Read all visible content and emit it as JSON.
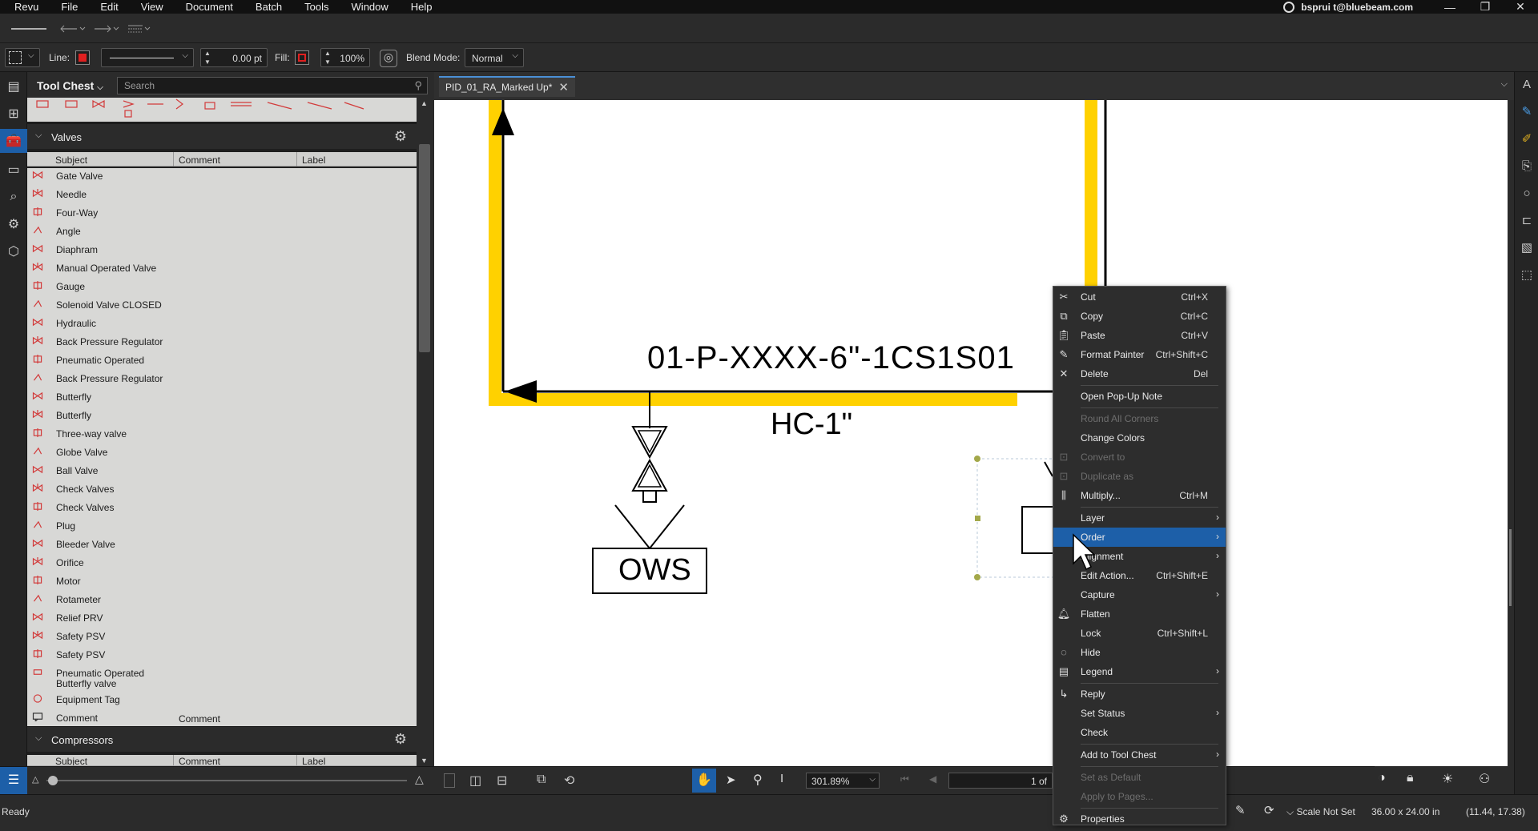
{
  "app": {
    "menu": [
      "Revu",
      "File",
      "Edit",
      "View",
      "Document",
      "Batch",
      "Tools",
      "Window",
      "Help"
    ],
    "user": "bsprui t@bluebeam.com"
  },
  "properties_bar": {
    "line_label": "Line:",
    "line_color": "#e02020",
    "line_width": "0.00 pt",
    "fill_label": "Fill:",
    "opacity": "100%",
    "blend_label": "Blend Mode:",
    "blend_value": "Normal"
  },
  "tool_chest": {
    "title": "Tool Chest",
    "search_placeholder": "Search",
    "columns": [
      "Subject",
      "Comment",
      "Label"
    ],
    "valves_section": "Valves",
    "compressors_section": "Compressors",
    "items": [
      "Gate Valve",
      "Needle",
      "Four-Way",
      "Angle",
      "Diaphram",
      "Manual Operated Valve",
      "Gauge",
      "Solenoid Valve CLOSED",
      "Hydraulic",
      "Back Pressure Regulator",
      "Pneumatic Operated",
      "Back Pressure Regulator",
      "Butterfly",
      "Butterfly",
      "Three-way valve",
      "Globe Valve",
      "Ball Valve",
      "Check Valves",
      "Check Valves",
      "Plug",
      "Bleeder Valve",
      "Orifice",
      "Motor",
      "Rotameter",
      "Relief PRV",
      "Safety PSV",
      "Safety PSV"
    ],
    "multi_item_line1": "Pneumatic Operated",
    "multi_item_line2": "Butterfly valve",
    "equipment_tag": "Equipment Tag",
    "comment_item": "Comment",
    "comment_value": "Comment"
  },
  "document": {
    "tab_label": "PID_01_RA_Marked Up*",
    "pipe_label": "01-P-XXXX-6\"-1CS1S01",
    "hc_label": "HC-1\"",
    "ows_label": "OWS",
    "zoom": "301.89%",
    "page_indicator": "1 of"
  },
  "context_menu": {
    "cut": "Cut",
    "cut_sc": "Ctrl+X",
    "copy": "Copy",
    "copy_sc": "Ctrl+C",
    "paste": "Paste",
    "paste_sc": "Ctrl+V",
    "format_painter": "Format Painter",
    "format_painter_sc": "Ctrl+Shift+C",
    "delete": "Delete",
    "delete_sc": "Del",
    "open_note": "Open Pop-Up Note",
    "round_corners": "Round All Corners",
    "change_colors": "Change Colors",
    "convert_to": "Convert to",
    "duplicate_as": "Duplicate as",
    "multiply": "Multiply...",
    "multiply_sc": "Ctrl+M",
    "layer": "Layer",
    "order": "Order",
    "alignment": "Alignment",
    "edit_action": "Edit Action...",
    "edit_action_sc": "Ctrl+Shift+E",
    "capture": "Capture",
    "flatten": "Flatten",
    "lock": "Lock",
    "lock_sc": "Ctrl+Shift+L",
    "hide": "Hide",
    "legend": "Legend",
    "reply": "Reply",
    "set_status": "Set Status",
    "check": "Check",
    "add_to_chest": "Add to Tool Chest",
    "set_default": "Set as Default",
    "apply_pages": "Apply to Pages...",
    "properties": "Properties"
  },
  "status": {
    "ready": "Ready",
    "scale": "Scale Not Set",
    "size": "36.00 x 24.00 in",
    "coords": "(11.44, 17.38)"
  },
  "colors": {
    "accent": "#1d5fa8",
    "pipe_yellow": "#ffd100",
    "markup_red": "#e02020"
  }
}
